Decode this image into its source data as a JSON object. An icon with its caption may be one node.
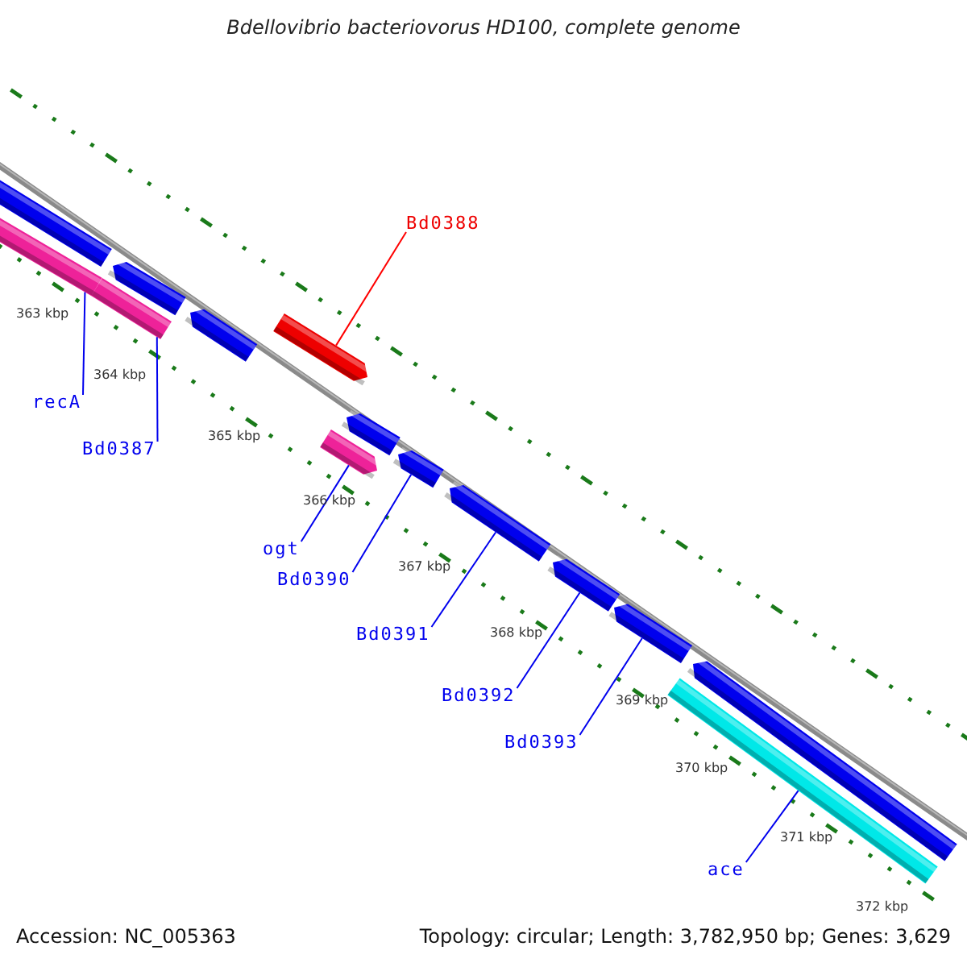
{
  "diagram": {
    "title": "Bdellovibrio bacteriovorus HD100, complete genome",
    "nodes": [
      {
        "text": [
          "recA"
        ]
      },
      {
        "text": [
          "Bd0387"
        ]
      },
      {
        "text": [
          "Bd0388"
        ]
      },
      {
        "text": [
          "ogt"
        ]
      },
      {
        "text": [
          "Bd0390"
        ]
      },
      {
        "text": [
          "Bd0391"
        ]
      },
      {
        "text": [
          "Bd0392"
        ]
      },
      {
        "text": [
          "Bd0393"
        ]
      },
      {
        "text": [
          "ace"
        ]
      },
      {
        "text": [],
        "shape": "bar"
      },
      {
        "text": [],
        "shape": "bar"
      },
      {
        "text": [],
        "shape": "bar"
      },
      {
        "text": [],
        "shape": "bar"
      },
      {
        "text": [],
        "shape": "bar"
      },
      {
        "text": [],
        "shape": "bar"
      },
      {
        "text": [],
        "shape": "bar"
      },
      {
        "text": [],
        "shape": "bar"
      },
      {
        "text": [],
        "shape": "bar"
      },
      {
        "text": [],
        "shape": "bar"
      },
      {
        "text": [],
        "shape": "bar"
      },
      {
        "text": [],
        "shape": "bar"
      },
      {
        "text": [],
        "shape": "bar"
      },
      {
        "text": [],
        "shape": "bar"
      }
    ],
    "edges": [
      {
        "from": 0,
        "to": 10,
        "arrow": "none"
      },
      {
        "from": 1,
        "to": 11,
        "arrow": "none"
      },
      {
        "from": 2,
        "to": 14,
        "arrow": "none",
        "color": "#ff0000"
      },
      {
        "from": 3,
        "to": 15,
        "arrow": "none"
      },
      {
        "from": 4,
        "to": 17,
        "arrow": "none"
      },
      {
        "from": 5,
        "to": 18,
        "arrow": "none"
      },
      {
        "from": 6,
        "to": 19,
        "arrow": "none"
      },
      {
        "from": 7,
        "to": 20,
        "arrow": "none"
      },
      {
        "from": 8,
        "to": 22,
        "arrow": "none"
      }
    ],
    "labels": [
      "363 kbp",
      "364 kbp",
      "365 kbp",
      "366 kbp",
      "367 kbp",
      "368 kbp",
      "369 kbp",
      "370 kbp",
      "371 kbp",
      "372 kbp",
      "Accession: NC_005363",
      "Topology: circular; Length: 3,782,950 bp; Genes: 3,629"
    ]
  }
}
